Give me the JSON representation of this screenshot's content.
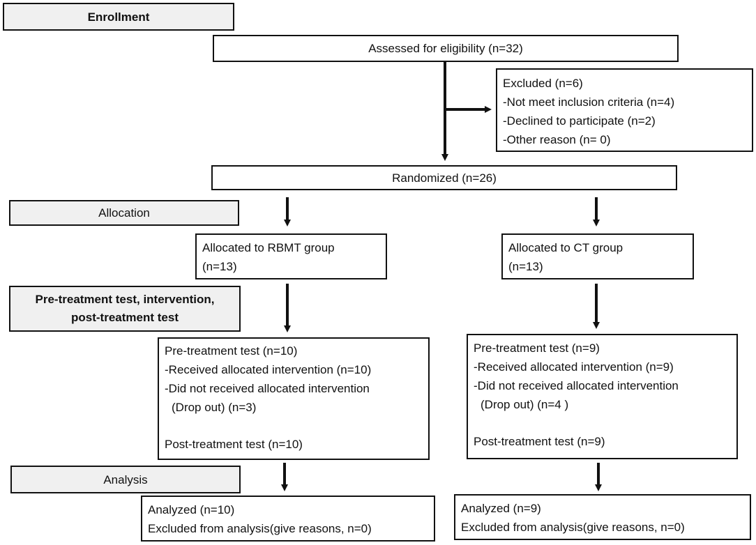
{
  "stages": {
    "enrollment": "Enrollment",
    "allocation": "Allocation",
    "pretreatment_line1": "Pre-treatment test, intervention,",
    "pretreatment_line2": "post-treatment test",
    "analysis": "Analysis"
  },
  "assessed": "Assessed for eligibility (n=32)",
  "excluded": {
    "title": "Excluded (n=6)",
    "items": [
      "-Not meet inclusion criteria (n=4)",
      "-Declined to participate (n=2)",
      "-Other reason (n= 0)"
    ]
  },
  "randomized": "Randomized (n=26)",
  "groups": {
    "rbmt": {
      "allocated_line1": "Allocated to RBMT group",
      "allocated_line2": "(n=13)",
      "pre_test": "Pre-treatment test (n=10)",
      "received": "-Received allocated intervention (n=10)",
      "not_received": "-Did not received allocated intervention",
      "dropout": "(Drop out) (n=3)",
      "post_test": "Post-treatment test (n=10)",
      "analyzed": "Analyzed (n=10)",
      "excluded_analysis": "Excluded from analysis(give reasons, n=0)"
    },
    "ct": {
      "allocated_line1": "Allocated to CT group",
      "allocated_line2": "(n=13)",
      "pre_test": "Pre-treatment test (n=9)",
      "received": "-Received allocated intervention (n=9)",
      "not_received": "-Did not received allocated intervention",
      "dropout": "(Drop out) (n=4 )",
      "post_test": "Post-treatment test (n=9)",
      "analyzed": "Analyzed (n=9)",
      "excluded_analysis": "Excluded from analysis(give reasons, n=0)"
    }
  }
}
